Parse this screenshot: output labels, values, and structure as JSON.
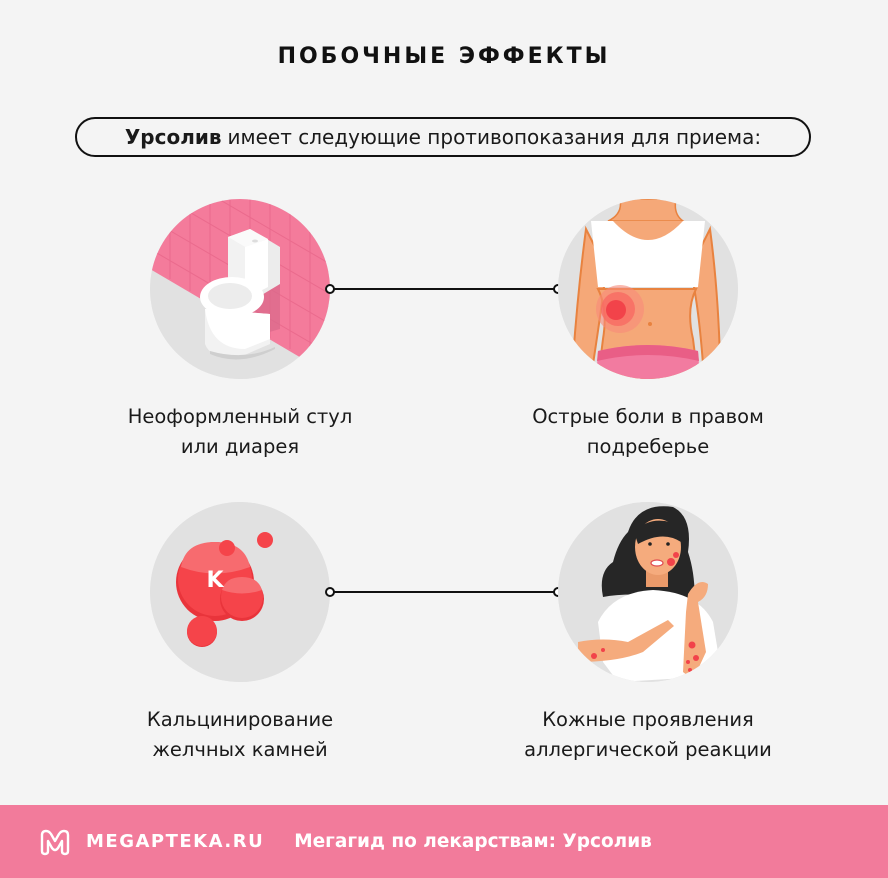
{
  "header": {
    "title": "ПОБОЧНЫЕ ЭФФЕКТЫ",
    "intro_bold": "Урсолив",
    "intro_rest": "имеет следующие противопоказания для приема:"
  },
  "items": [
    {
      "icon": "toilet-icon",
      "line1": "Неоформленный стул",
      "line2": "или диарея"
    },
    {
      "icon": "abdominal-pain-icon",
      "line1": "Острые боли в правом",
      "line2": "подреберье"
    },
    {
      "icon": "calcium-stones-icon",
      "icon_letter": "K",
      "line1": "Кальцинирование",
      "line2": "желчных камней"
    },
    {
      "icon": "skin-allergy-icon",
      "line1": "Кожные проявления",
      "line2": "аллергической реакции"
    }
  ],
  "footer": {
    "brand": "MEGAPTEKA.RU",
    "tagline": "Мегагид по лекарствам: Урсолив"
  },
  "colors": {
    "background": "#f4f4f4",
    "footer": "#f27b9b",
    "circle_bg": "#e1e1e1",
    "tile_pink": "#f47b9b",
    "stone_red": "#f5444a"
  }
}
